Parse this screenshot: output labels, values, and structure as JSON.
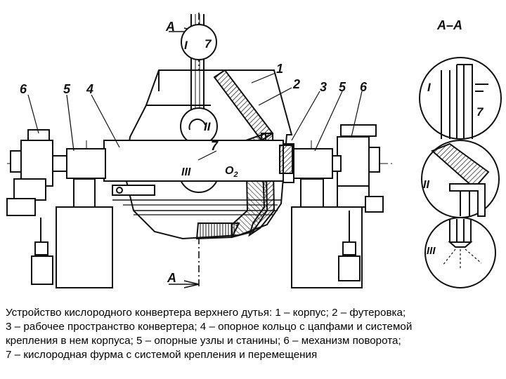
{
  "labels": {
    "section_top": "A",
    "section_bottom": "A",
    "section_title": "A–A",
    "n1": "1",
    "n2": "2",
    "n3": "3",
    "n4": "4",
    "n5_left": "5",
    "n5_right": "5",
    "n6_left": "6",
    "n6_right": "6",
    "n7_lance": "7",
    "n7_main": "7",
    "n7_inset": "7",
    "detail_I_top": "I",
    "detail_II_body": "II",
    "detail_III_body": "III",
    "inset_I": "I",
    "inset_II": "II",
    "inset_III": "III",
    "oxygen": "O",
    "oxygen_sub": "2"
  },
  "caption": {
    "line1": "Устройство кислородного конвертера верхнего дутья: 1 – корпус; 2 – футеровка;",
    "line2": "3 – рабочее пространство конвертера; 4 – опорное кольцо с цапфами и системой",
    "line3": "крепления в нем корпуса; 5 – опорные узлы и станины; 6 – механизм поворота;",
    "line4": "7 – кислородная фурма с системой крепления и перемещения"
  }
}
